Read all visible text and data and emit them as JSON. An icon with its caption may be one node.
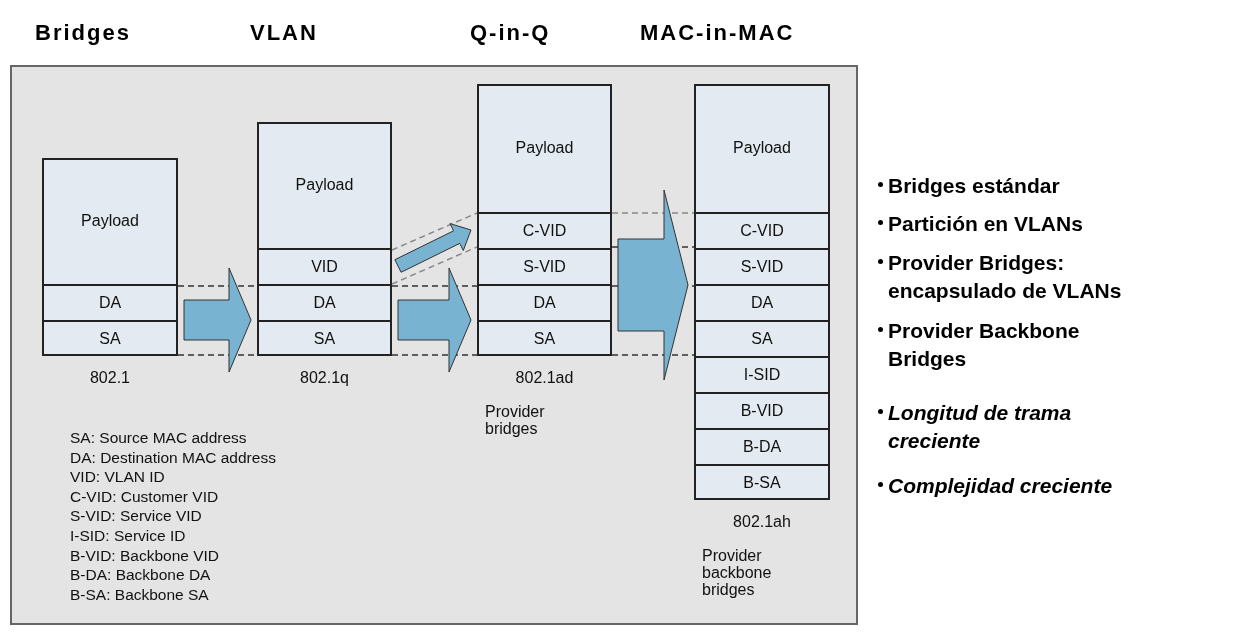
{
  "diagram": {
    "nodes": [
      {
        "text": [],
        "shape": "box",
        "beside": [
          "802.1"
        ]
      },
      {
        "text": [
          "Payload"
        ],
        "in": 0
      },
      {
        "text": [
          "DA"
        ],
        "in": 0
      },
      {
        "text": [
          "SA"
        ],
        "in": 0
      },
      {
        "text": [],
        "shape": "box",
        "beside": [
          "802.1q"
        ]
      },
      {
        "text": [
          "Payload"
        ],
        "in": 4
      },
      {
        "text": [
          "VID"
        ],
        "in": 4
      },
      {
        "text": [
          "DA"
        ],
        "in": 4
      },
      {
        "text": [
          "SA"
        ],
        "in": 4
      },
      {
        "text": [],
        "shape": "box",
        "beside": [
          "802.1ad",
          "Provider bridges"
        ]
      },
      {
        "text": [
          "Payload"
        ],
        "in": 9
      },
      {
        "text": [
          "C-VID"
        ],
        "in": 9
      },
      {
        "text": [
          "S-VID"
        ],
        "in": 9
      },
      {
        "text": [
          "DA"
        ],
        "in": 9
      },
      {
        "text": [
          "SA"
        ],
        "in": 9
      },
      {
        "text": [],
        "shape": "box",
        "beside": [
          "802.1ah",
          "Provider backbone bridges"
        ]
      },
      {
        "text": [
          "Payload"
        ],
        "in": 15
      },
      {
        "text": [
          "C-VID"
        ],
        "in": 15
      },
      {
        "text": [
          "S-VID"
        ],
        "in": 15
      },
      {
        "text": [
          "DA"
        ],
        "in": 15
      },
      {
        "text": [
          "SA"
        ],
        "in": 15
      },
      {
        "text": [
          "I-SID"
        ],
        "in": 15
      },
      {
        "text": [
          "B-VID"
        ],
        "in": 15
      },
      {
        "text": [
          "B-DA"
        ],
        "in": 15
      },
      {
        "text": [
          "B-SA"
        ],
        "in": 15
      }
    ],
    "edges": [
      {
        "from": 0,
        "to": 4,
        "arrow": "to"
      },
      {
        "from": 6,
        "to": 11,
        "arrow": "to"
      },
      {
        "from": 4,
        "to": 9,
        "arrow": "to"
      },
      {
        "from": 9,
        "to": 15,
        "arrow": "to"
      },
      {
        "from": 2,
        "to": 7,
        "arrow": "none",
        "style": "dashed"
      },
      {
        "from": 3,
        "to": 8,
        "arrow": "none",
        "style": "dashed"
      },
      {
        "from": 6,
        "to": 11,
        "arrow": "none",
        "style": "dashed",
        "color": "#888888"
      },
      {
        "from": 6,
        "to": 11,
        "arrow": "none",
        "style": "dashed",
        "color": "#888888"
      },
      {
        "from": 7,
        "to": 13,
        "arrow": "none",
        "style": "dashed"
      },
      {
        "from": 8,
        "to": 14,
        "arrow": "none",
        "style": "dashed"
      },
      {
        "from": 11,
        "to": 17,
        "arrow": "none",
        "style": "dashed",
        "color": "#888888"
      },
      {
        "from": 11,
        "to": 17,
        "arrow": "none",
        "style": "dashed"
      },
      {
        "from": 13,
        "to": 19,
        "arrow": "none",
        "style": "dashed"
      },
      {
        "from": 14,
        "to": 20,
        "arrow": "none",
        "style": "dashed"
      }
    ],
    "labels": [
      "Bridges",
      "VLAN",
      "Q-in-Q",
      "MAC-in-MAC",
      "SA: Source MAC address",
      "DA: Destination MAC address",
      "VID: VLAN ID",
      "C-VID: Customer VID",
      "S-VID: Service VID",
      "I-SID: Service ID",
      "B-VID: Backbone VID",
      "B-DA: Backbone DA",
      "B-SA: Backbone SA",
      "Bridges estándar",
      "Partición en VLANs",
      "Provider Bridges: encapsulado de VLANs",
      "Provider Backbone Bridges",
      "Longitud de trama creciente",
      "Complejidad creciente"
    ]
  }
}
